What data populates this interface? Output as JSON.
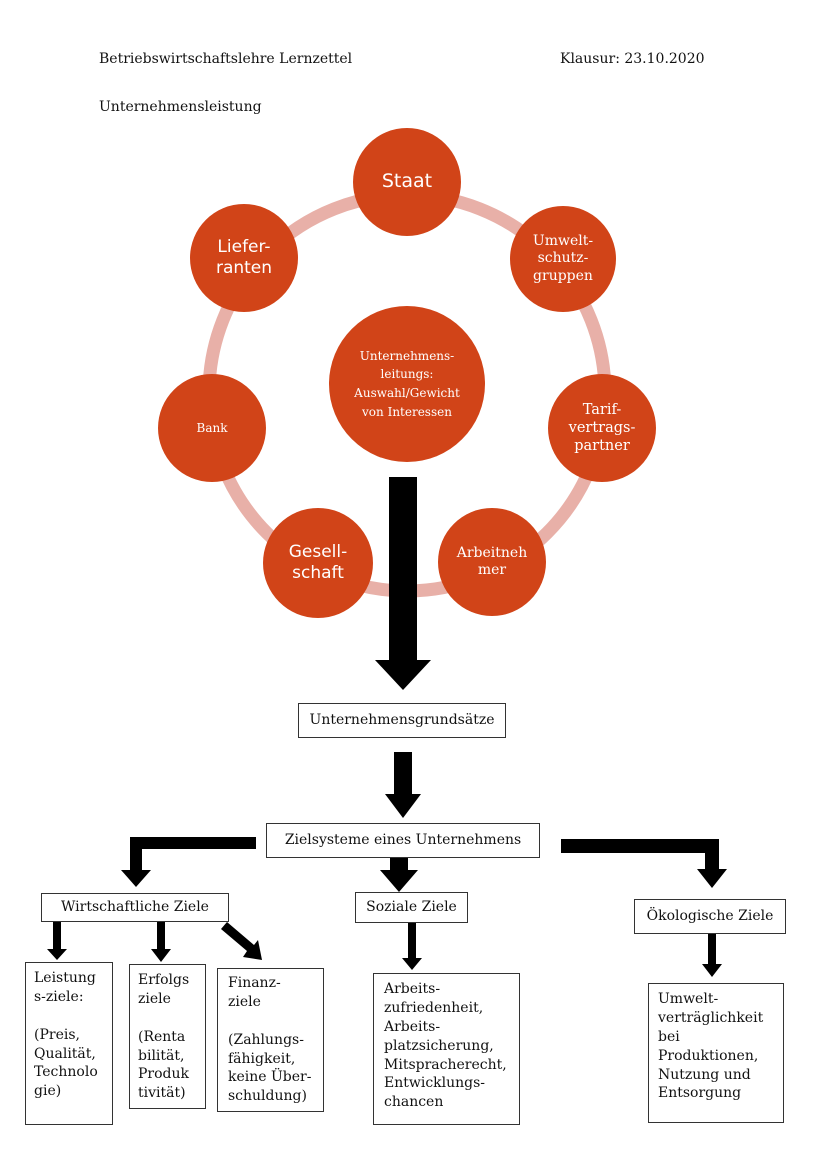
{
  "header": {
    "left": "Betriebswirtschaftslehre  Lernzettel",
    "right": "Klausur: 23.10.2020",
    "section": "Unternehmensleistung"
  },
  "cycle": {
    "center": "Unternehmens-\nleitungs:\nAuswahl/Gewicht\nvon Interessen",
    "nodes": {
      "staat": "Staat",
      "umwelt": "Umwelt-\nschutz-\ngruppen",
      "tarif": "Tarif-\nvertrags-\npartner",
      "arbeitnehmer": "Arbeitneh\nmer",
      "gesellschaft": "Gesell-\nschaft",
      "bank": "Bank",
      "lieferanten": "Liefer-\nranten"
    },
    "colors": {
      "node": "#d14418",
      "ring": "#e8b0a8"
    }
  },
  "flow": {
    "grundsaetze": "Unternehmensgrundsätze",
    "zielsysteme": "Zielsysteme eines Unternehmens",
    "categories": {
      "wirtschaftlich": "Wirtschaftliche Ziele",
      "sozial": "Soziale Ziele",
      "oekologisch": "Ökologische Ziele"
    },
    "details": {
      "leistung": "Leistung\ns-ziele:\n\n(Preis,\nQualität,\nTechnolo\ngie)",
      "erfolg": "Erfolgs\nziele\n\n(Renta\nbilität,\nProduk\ntivität)",
      "finanz": "Finanz-\nziele\n\n(Zahlungs-\nfähigkeit,\nkeine Über-\nschuldung)",
      "sozial": "Arbeits-\nzufriedenheit,\nArbeits-\nplatzsicherung,\nMitspracherecht,\nEntwicklungs-\nchancen",
      "oekologisch": "Umwelt-\nverträglichkeit\nbei\nProduktionen,\nNutzung und\nEntsorgung"
    }
  }
}
